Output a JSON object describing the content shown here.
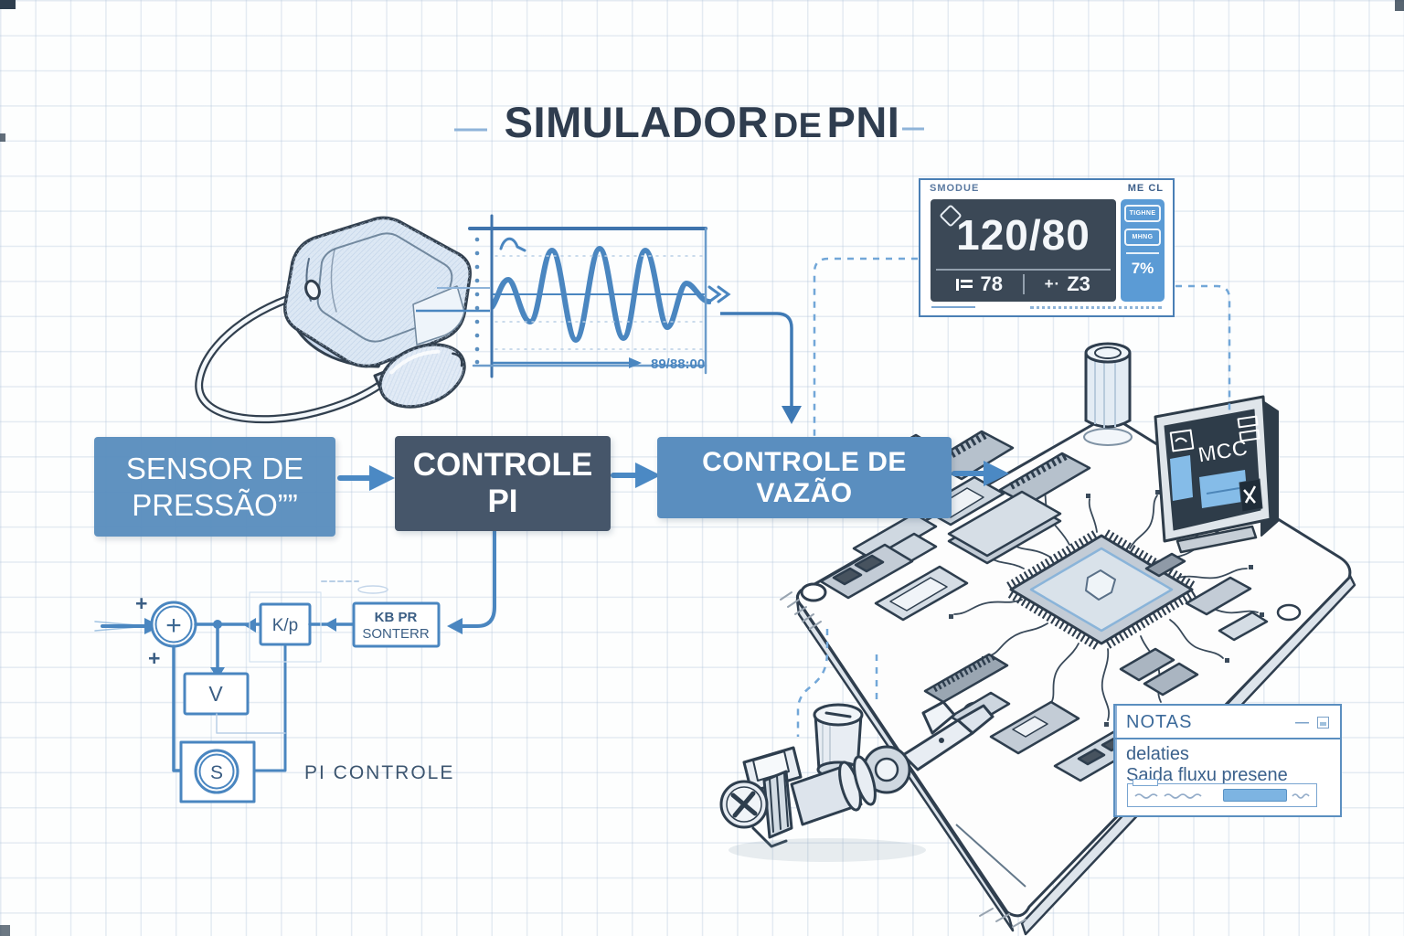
{
  "title": {
    "word1": "SIMULADOR",
    "word2": "DE",
    "word3": "PNI"
  },
  "blocks": {
    "sensor_line1": "SENSOR DE",
    "sensor_line2": "PRESSÃO””",
    "pi_line1": "CONTROLE",
    "pi_line2": "PI",
    "vazao": "CONTROLE DE VAZÃO"
  },
  "chart": {
    "annotation": "89/88:00",
    "waveform": "oscillometric pressure wave, small-large-large-large-small envelope"
  },
  "monitor": {
    "label_left": "SMODUE",
    "label_right": "ME CL",
    "bp": "120/80",
    "hr": "78",
    "aux_icon": "+·",
    "aux": "Z3",
    "btn1": "TIGHNE",
    "btn2": "MHNG",
    "percent": "7%"
  },
  "pi_diagram": {
    "plus_top": "+",
    "plus_mid": "+",
    "sum": "+",
    "kp": "K/p",
    "gain_line1": "KB PR",
    "gain_line2": "SONTERR",
    "v": "V",
    "s": "S",
    "caption": "PI CONTROLE"
  },
  "pcb": {
    "display": "MCC"
  },
  "notes": {
    "title": "NOTAS",
    "minimize": "—",
    "line1": "delaties",
    "line2": "Sajda fluxu presene"
  },
  "colors": {
    "accent": "#4a86c0",
    "block_blue": "#5b8fbf",
    "block_dark": "#46566a",
    "screen_dark": "#3b4856",
    "panel_blue": "#5b9bd5",
    "sketch_outline": "#2f3e4e"
  }
}
